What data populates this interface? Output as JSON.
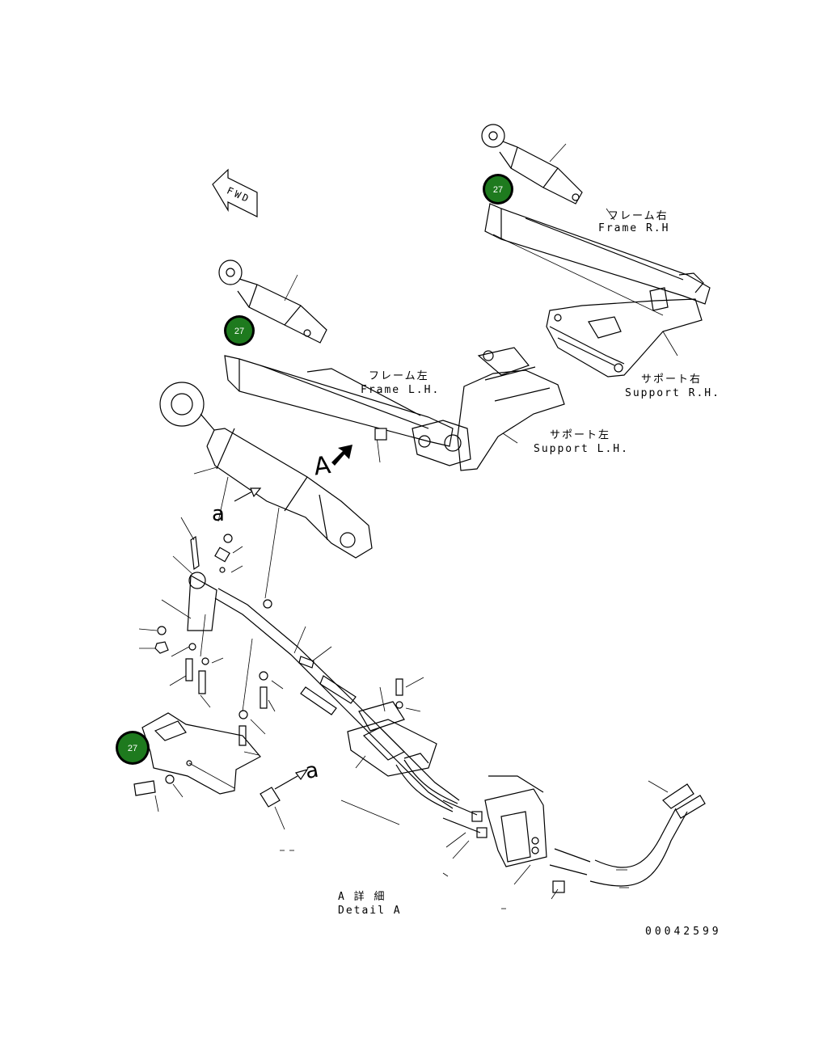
{
  "fwd_marker": "FWD",
  "callouts": [
    {
      "id": "callout-frame-rh",
      "number": "27"
    },
    {
      "id": "callout-frame-lh",
      "number": "27"
    },
    {
      "id": "callout-guard",
      "number": "27"
    }
  ],
  "labels": {
    "frame_rh_jp": "フレーム右",
    "frame_rh_en": "Frame R.H",
    "frame_lh_jp": "フレーム左",
    "frame_lh_en": "Frame L.H.",
    "support_rh_jp": "サポート右",
    "support_rh_en": "Support R.H.",
    "support_lh_jp": "サポート左",
    "support_lh_en": "Support L.H.",
    "view_marker": "A",
    "ref_a_top": "a",
    "ref_a_bottom": "a",
    "detail_jp": "A 詳 細",
    "detail_en": "Detail A",
    "drawing_number": "00042599"
  },
  "colors": {
    "callout_fill": "#1e7a1e",
    "callout_ring": "#000000",
    "line": "#000000"
  }
}
